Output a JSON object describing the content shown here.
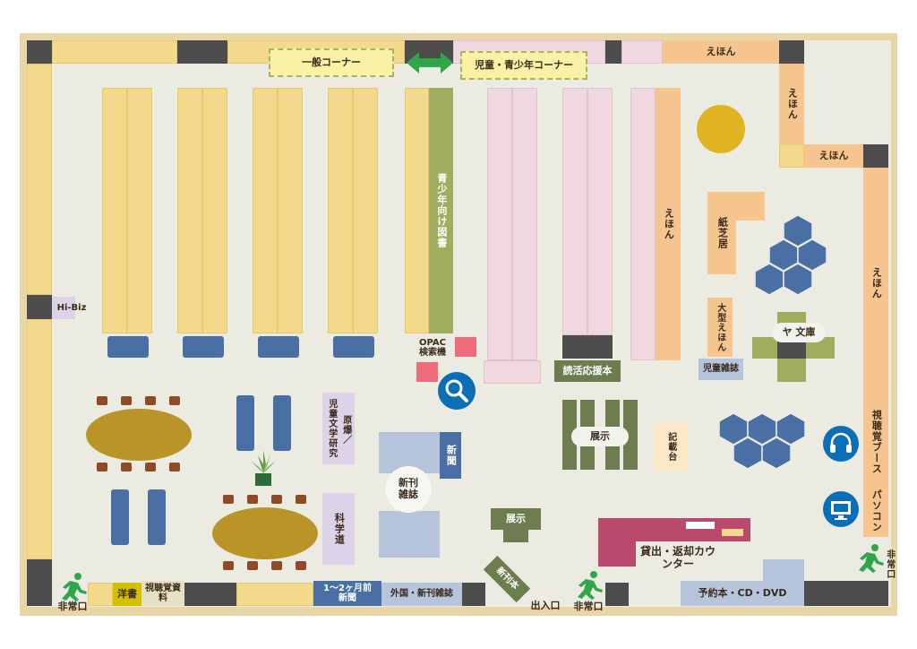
{
  "labels": {
    "general_corner": "一般コーナー",
    "children_corner": "児童・青少年コーナー",
    "ehon_top": "えほん",
    "ehon_right_v": "えほん",
    "ehon_right_h": "えほん",
    "ehon_side": "えほん",
    "ehon_mid": "えほん",
    "hibiz": "Hi-Biz",
    "youth_books": "青少年向け図書",
    "opac": "OPAC\n検索機",
    "kamishibai": "紙芝居",
    "ookata_ehon": "大型えほん",
    "ya_bunko": "ヤ 文庫",
    "dokkatsu": "読活応援本",
    "jido_zasshi": "児童雑誌",
    "tenji": "展示",
    "kisai": "記載台",
    "shichokaku_booth": "視聴覚ブース",
    "pasokon": "パソコン",
    "jido_bungaku": "児童文学研究",
    "genbaku": "原爆／",
    "kagakudo": "科学道",
    "shinbun": "新聞",
    "shinkan_zasshi": "新刊\n雑誌",
    "tenji2": "展示",
    "shinkanbon": "新刊本",
    "counter": "貸出・返却カウンター",
    "yoyaku": "予約本・CD・DVD",
    "yosho": "洋書",
    "shichokaku_shiryo": "視聴覚資料",
    "old_news": "1～2ヶ月前\n新聞",
    "gaikoku_zasshi": "外国・新刊雑誌",
    "entrance": "出入口",
    "exit_left": "非常口",
    "exit_mid": "非常口",
    "exit_right": "非常口"
  },
  "icons": {
    "search": "magnifier-icon",
    "headphones": "headphones-icon",
    "monitor": "monitor-icon",
    "exit": "emergency-exit-icon",
    "plant": "plant-icon",
    "arrow": "double-arrow-icon"
  },
  "colors": {
    "general_shelf": "#f2d98c",
    "children_shelf": "#efd8df",
    "ehon_shelf": "#f6c48f",
    "youth_shelf": "#a2ac5e",
    "accent_blue": "#0b6fb8",
    "exit_green": "#2fa64a"
  }
}
